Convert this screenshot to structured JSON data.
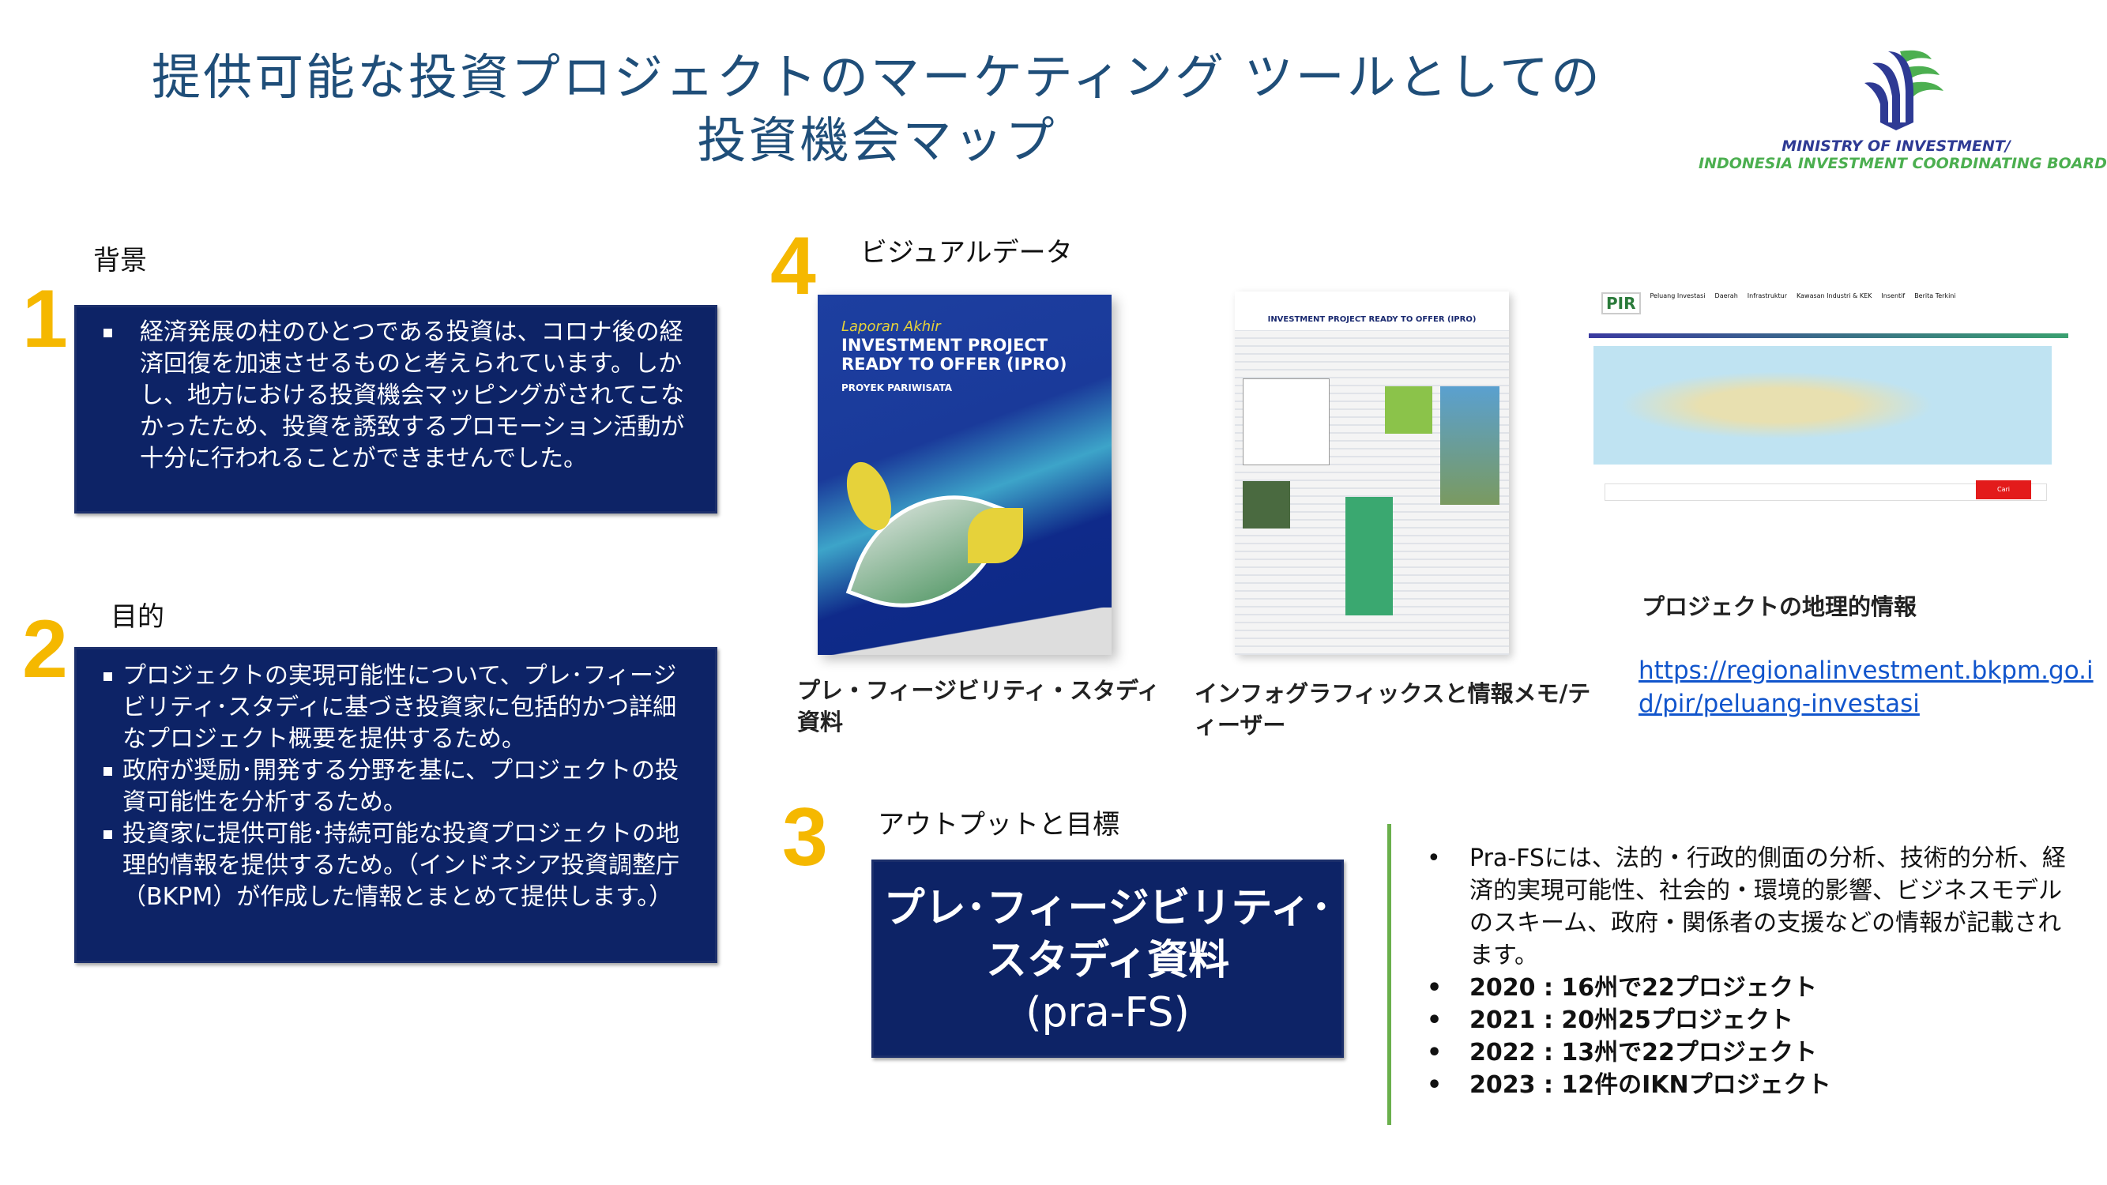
{
  "title": {
    "line1": "提供可能な投資プロジェクトのマーケティング ツールとしての",
    "line2": "投資機会マップ"
  },
  "logo": {
    "line1": "MINISTRY OF INVESTMENT/",
    "line2": "INDONESIA INVESTMENT COORDINATING BOARD",
    "colors": {
      "blue": "#2e3a94",
      "green": "#4caf50"
    }
  },
  "section1": {
    "number": "1",
    "heading": "背景",
    "bullets": [
      "経済発展の柱のひとつである投資は、コロナ後の経済回復を加速させるものと考えられています。しかし、地方における投資機会マッピングがされてこなかったため、投資を誘致するプロモーション活動が十分に行われることができませんでした。"
    ]
  },
  "section2": {
    "number": "2",
    "heading": "目的",
    "bullets": [
      "プロジェクトの実現可能性について、プレ･フィージビリティ･スタディに基づき投資家に包括的かつ詳細なプロジェクト概要を提供するため。",
      "政府が奨励･開発する分野を基に、プロジェクトの投資可能性を分析するため。",
      "投資家に提供可能･持続可能な投資プロジェクトの地理的情報を提供するため。（インドネシア投資調整庁（BKPM）が作成した情報とまとめて提供します。）"
    ]
  },
  "section4": {
    "number": "4",
    "heading": "ビジュアルデータ",
    "image1": {
      "cover_script": "Laporan Akhir",
      "cover_title1": "INVESTMENT PROJECT",
      "cover_title2": "READY TO OFFER (IPRO)",
      "cover_sub": "PROYEK PARIWISATA"
    },
    "image2": {
      "poster_title": "INVESTMENT PROJECT READY TO OFFER (IPRO)"
    },
    "image3": {
      "brand": "PIR",
      "nav": [
        "Peluang Investasi",
        "Daerah",
        "Infrastruktur",
        "Kawasan Industri & KEK",
        "Insentif",
        "Berita Terkini"
      ],
      "search_button": "Cari"
    },
    "captions": [
      "プレ・フィージビリティ・スタディ資料",
      "インフォグラフィックスと情報メモ/ティーザー"
    ],
    "geo_label": "プロジェクトの地理的情報",
    "link": "https://regionalinvestment.bkpm.go.id/pir/peluang-investasi"
  },
  "section3": {
    "number": "3",
    "heading": "アウトプットと目標",
    "box_line1": "プレ･フィージビリティ･",
    "box_line2": "スタディ資料",
    "box_line3": "(pra-FS)",
    "bullets": [
      "Pra-FSには、法的・行政的側面の分析、技術的分析、経済的実現可能性、社会的・環境的影響、ビジネスモデルのスキーム、政府・関係者の支援などの情報が記載されます。",
      "2020 : 16州で22プロジェクト",
      "2021 : 20州25プロジェクト",
      "2022 : 13州で22プロジェクト",
      "2023 : 12件のIKNプロジェクト"
    ]
  },
  "colors": {
    "navy": "#0d2366",
    "accent": "#f5b800",
    "title": "#1f4e79",
    "divider": "#6ab04c"
  }
}
